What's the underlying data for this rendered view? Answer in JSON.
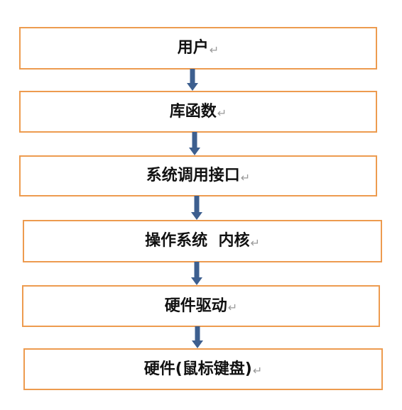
{
  "colors": {
    "box_border": "#ED9B4F",
    "arrow": "#3D5F8F",
    "text": "#111111",
    "return_mark": "#9a9a9a"
  },
  "return_mark": "↵",
  "layers": [
    {
      "label": "用户"
    },
    {
      "label": "库函数"
    },
    {
      "label": "系统调用接口"
    },
    {
      "label": "操作系统  内核"
    },
    {
      "label": "硬件驱动"
    },
    {
      "label": "硬件(鼠标键盘)"
    }
  ]
}
